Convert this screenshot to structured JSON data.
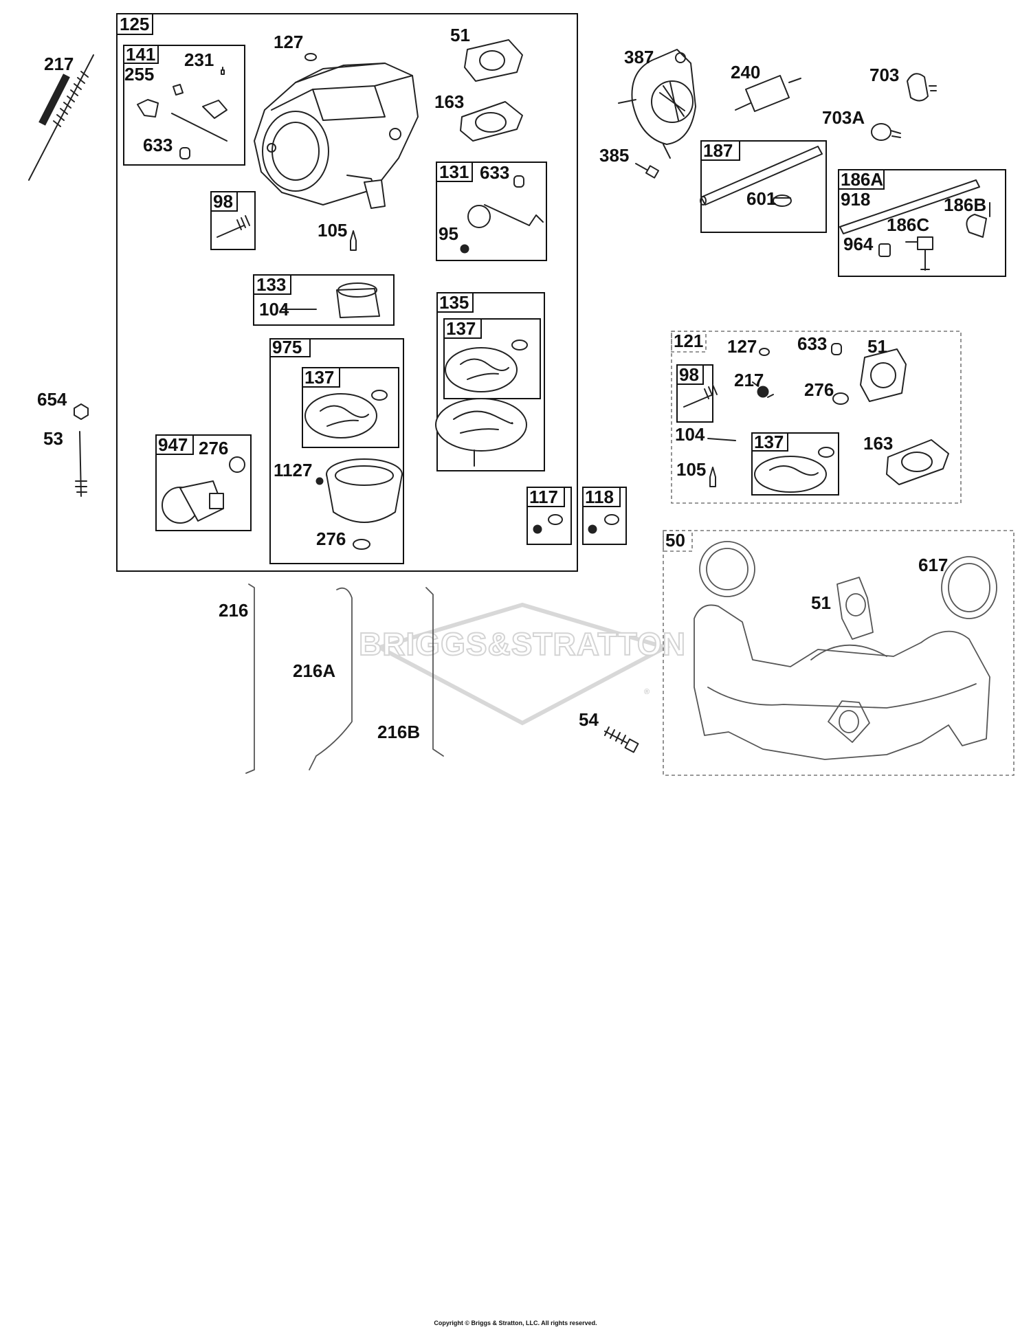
{
  "callouts": {
    "c125": "125",
    "c141": "141",
    "c127_a": "127",
    "c51_a": "51",
    "c217_a": "217",
    "c231": "231",
    "c255": "255",
    "c633_a": "633",
    "c163_a": "163",
    "c131": "131",
    "c633_b": "633",
    "c95": "95",
    "c98_a": "98",
    "c105_a": "105",
    "c133": "133",
    "c104_a": "104",
    "c135": "135",
    "c137_a": "137",
    "c975": "975",
    "c137_b": "137",
    "c1127": "1127",
    "c276_a": "276",
    "c947": "947",
    "c276_b": "276",
    "c654": "654",
    "c53": "53",
    "c117": "117",
    "c118": "118",
    "c387": "387",
    "c240": "240",
    "c703": "703",
    "c703A": "703A",
    "c385": "385",
    "c187": "187",
    "c601": "601",
    "c186A": "186A",
    "c918": "918",
    "c186B": "186B",
    "c186C": "186C",
    "c964": "964",
    "c121": "121",
    "c127_b": "127",
    "c633_c": "633",
    "c51_b": "51",
    "c98_b": "98",
    "c217_b": "217",
    "c276_c": "276",
    "c104_b": "104",
    "c137_c": "137",
    "c163_b": "163",
    "c105_b": "105",
    "c50": "50",
    "c617": "617",
    "c51_c": "51",
    "c216": "216",
    "c216A": "216A",
    "c216B": "216B",
    "c54": "54"
  },
  "watermark": {
    "brand": "BRIGGS&STRATTON",
    "mark": "®"
  },
  "footer": {
    "copyright": "Copyright © Briggs & Stratton, LLC. All rights reserved."
  }
}
